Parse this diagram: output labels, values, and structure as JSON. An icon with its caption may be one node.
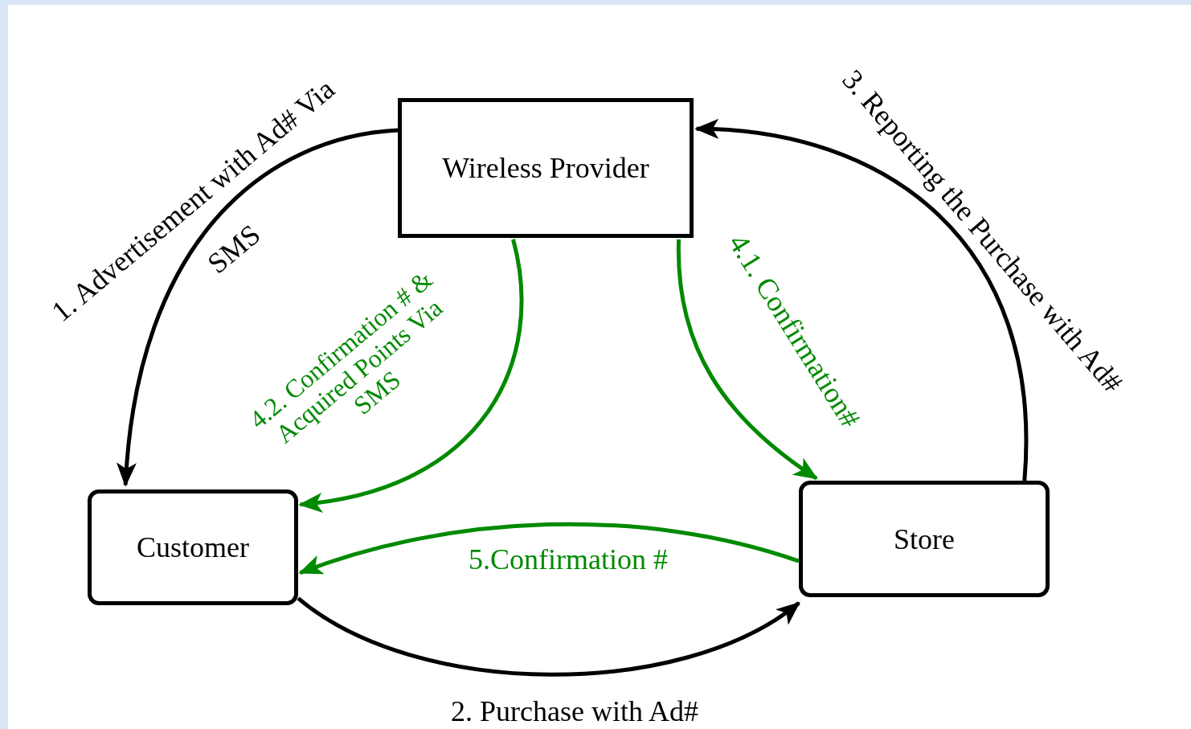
{
  "diagram": {
    "nodes": [
      {
        "text": [
          "Wireless Provider"
        ]
      },
      {
        "text": [
          "Customer"
        ]
      },
      {
        "text": [
          "Store"
        ]
      }
    ],
    "edges": [
      {
        "from": 0,
        "to": 1,
        "arrow": "to",
        "label": "1. Advertisement with Ad# Via SMS"
      },
      {
        "from": 1,
        "to": 2,
        "arrow": "to",
        "label": "2. Purchase with Ad#"
      },
      {
        "from": 2,
        "to": 0,
        "arrow": "to",
        "label": "3. Reporting the Purchase with Ad#"
      },
      {
        "from": 0,
        "to": 2,
        "arrow": "to",
        "label": "4.1. Confirmation#",
        "color": "#008a00"
      },
      {
        "from": 0,
        "to": 1,
        "arrow": "to",
        "label": "4.2. Confirmation # & Acquired Points Via SMS",
        "color": "#008a00"
      },
      {
        "from": 2,
        "to": 1,
        "arrow": "to",
        "label": "5.Confirmation #",
        "color": "#008a00"
      }
    ]
  }
}
